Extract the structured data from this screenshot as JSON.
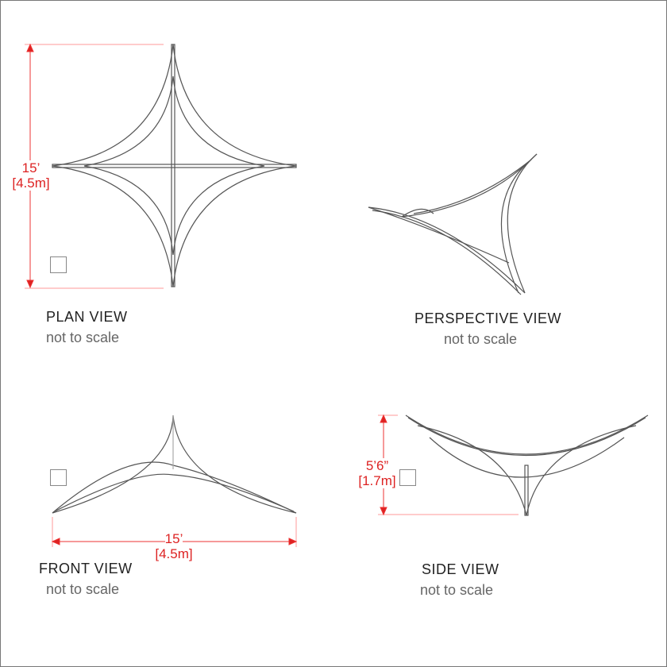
{
  "views": {
    "plan": {
      "title": "PLAN VIEW",
      "subtitle": "not to scale",
      "dim_imperial": "15’",
      "dim_metric": "[4.5m]"
    },
    "perspective": {
      "title": "PERSPECTIVE VIEW",
      "subtitle": "not to scale"
    },
    "front": {
      "title": "FRONT VIEW",
      "subtitle": "not to scale",
      "dim_imperial": "15’",
      "dim_metric": "[4.5m]"
    },
    "side": {
      "title": "SIDE VIEW",
      "subtitle": "not to scale",
      "dim_imperial": "5’6”",
      "dim_metric": "[1.7m]"
    }
  },
  "colors": {
    "dimension": "#dd2222",
    "line": "#555555"
  }
}
